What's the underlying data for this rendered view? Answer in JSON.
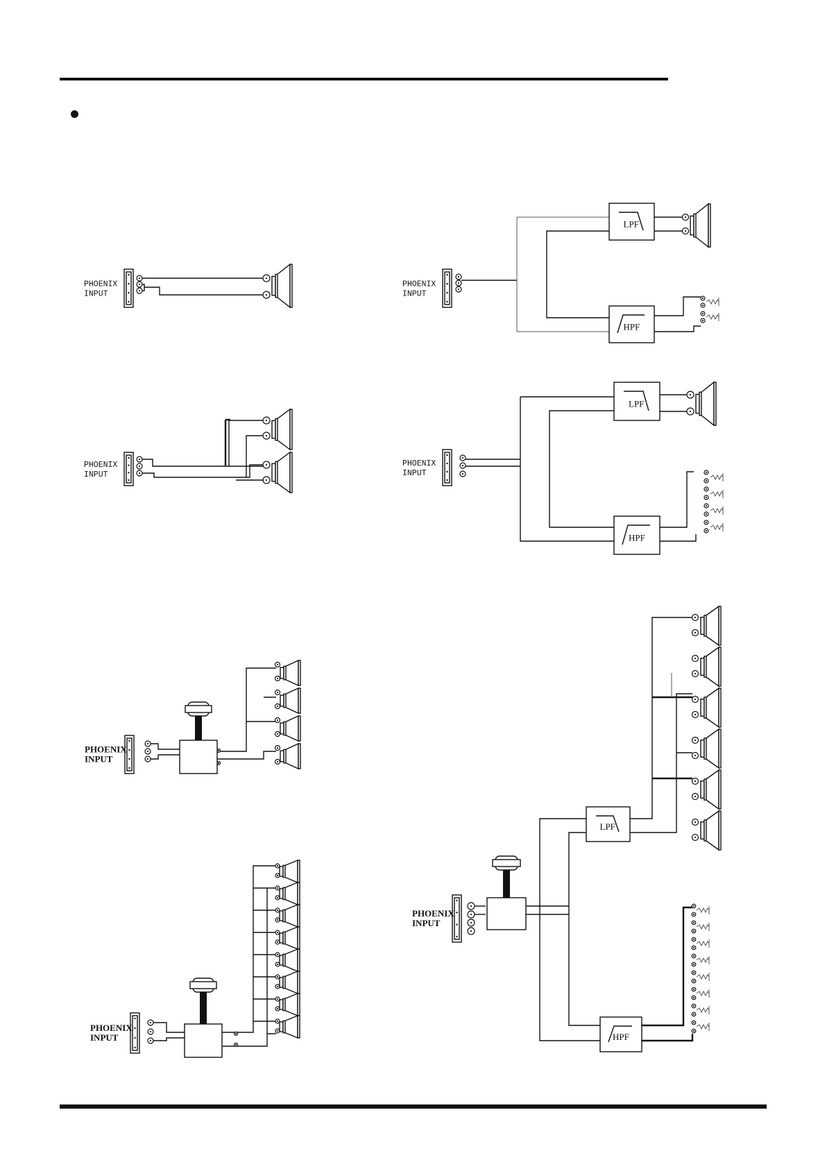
{
  "labels": {
    "phoenix": "PHOENIX",
    "input": "INPUT",
    "lpf": "LPF",
    "hpf": "HPF"
  },
  "colors": {
    "ink": "#111111",
    "paper": "#ffffff"
  },
  "icons": [
    "bullet-icon",
    "phoenix-connector-icon",
    "speaker-icon",
    "tweeter-icon",
    "transformer-icon",
    "lpf-filter-icon",
    "hpf-filter-icon"
  ]
}
